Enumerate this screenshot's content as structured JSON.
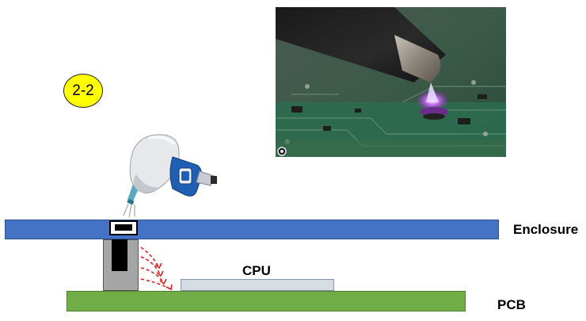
{
  "badge": {
    "text": "2-2"
  },
  "labels": {
    "enclosure": "Enclosure",
    "pcb": "PCB",
    "cpu": "CPU"
  },
  "colors": {
    "enclosure": "#4472c4",
    "pcb": "#70ad47",
    "cpu": "#d6dce4",
    "post": "#a5a5a5",
    "badge": "#ffff00",
    "airflow_arrows": "#e02020"
  },
  "icons": {
    "tool": "plasma-gun-icon",
    "photo": "plasma-nozzle-on-pcb-photo",
    "photo_corner": "camera-icon"
  }
}
